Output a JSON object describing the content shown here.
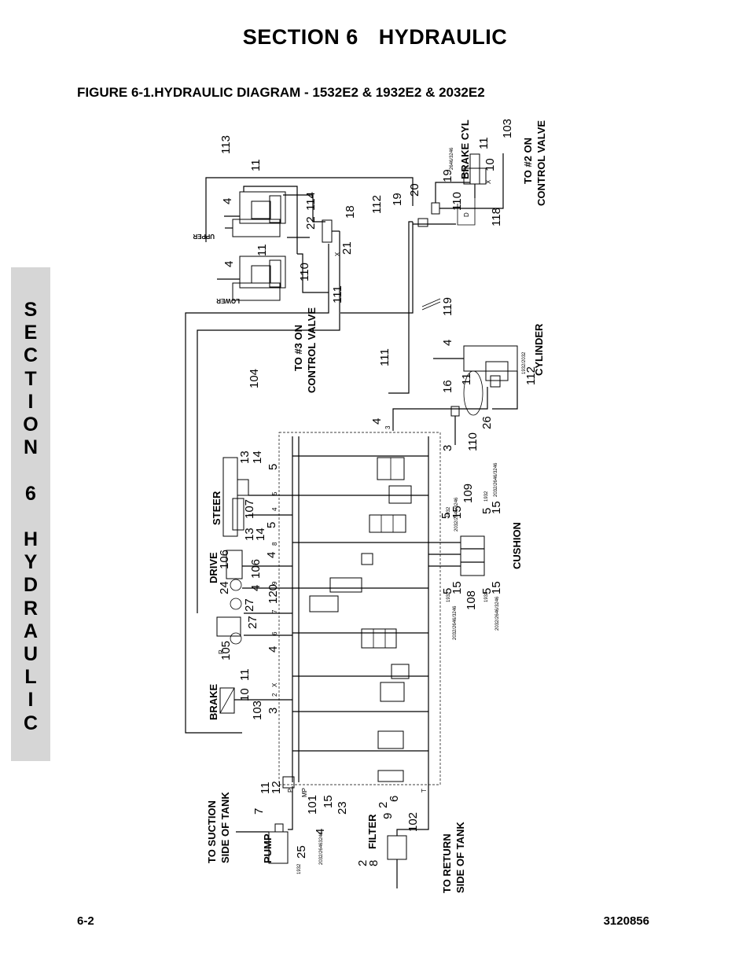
{
  "page": {
    "section_title_a": "SECTION 6",
    "section_title_b": "HYDRAULIC",
    "figure_title": "FIGURE 6-1.HYDRAULIC DIAGRAM - 1532E2 & 1932E2 & 2032E2",
    "side_tab_lines": [
      "S",
      "E",
      "C",
      "T",
      "I",
      "O",
      "N",
      "",
      "6",
      "",
      "H",
      "Y",
      "D",
      "R",
      "A",
      "U",
      "L",
      "I",
      "C"
    ],
    "footer_left": "6-2",
    "footer_right": "3120856"
  },
  "diagram": {
    "labels": {
      "upper": "UPPER",
      "lower": "LOWER",
      "brake_cyl": "BRAKE CYL",
      "to_2_a": "TO #2 ON",
      "to_2_b": "CONTROL VALVE",
      "to_3_a": "TO #3 ON",
      "to_3_b": "CONTROL VALVE",
      "cylinder": "CYLINDER",
      "steer": "STEER",
      "drive": "DRIVE",
      "brake": "BRAKE",
      "cushion": "CUSHION",
      "to_suction_a": "TO SUCTION",
      "to_suction_b": "SIDE OF TANK",
      "pump": "PUMP",
      "filter": "FILTER",
      "to_return_a": "TO RETURN",
      "to_return_b": "SIDE OF TANK"
    },
    "callouts": [
      "113",
      "11",
      "4",
      "114",
      "22",
      "18",
      "112",
      "19",
      "20",
      "19",
      "110",
      "11",
      "103",
      "10",
      "118",
      "11",
      "4",
      "110",
      "21",
      "111",
      "119",
      "4",
      "16",
      "11",
      "112",
      "111",
      "104",
      "26",
      "110",
      "4",
      "3",
      "13",
      "14",
      "5",
      "107",
      "5",
      "13",
      "14",
      "106",
      "4",
      "106",
      "24",
      "4",
      "120",
      "27",
      "27",
      "105",
      "11",
      "4",
      "10",
      "103",
      "3",
      "5",
      "15",
      "109",
      "5",
      "15",
      "5",
      "15",
      "108",
      "5",
      "15",
      "7",
      "11",
      "12",
      "101",
      "15",
      "23",
      "25",
      "4",
      "2",
      "9",
      "6",
      "102",
      "2",
      "8"
    ],
    "small_notes": [
      "2646/3246",
      "1932/2032",
      "1932",
      "2032/2646/3246",
      "1932",
      "2032/2646/3246",
      "1932",
      "2032/2646/3246",
      "1932",
      "2032/2646/3246",
      "1932",
      "2032/26463246"
    ],
    "port_marks": [
      "X",
      "D",
      "X",
      "3",
      "5",
      "4",
      "8",
      "9",
      "7",
      "6",
      "2",
      "X",
      "P",
      "MP",
      "T",
      "R"
    ]
  }
}
